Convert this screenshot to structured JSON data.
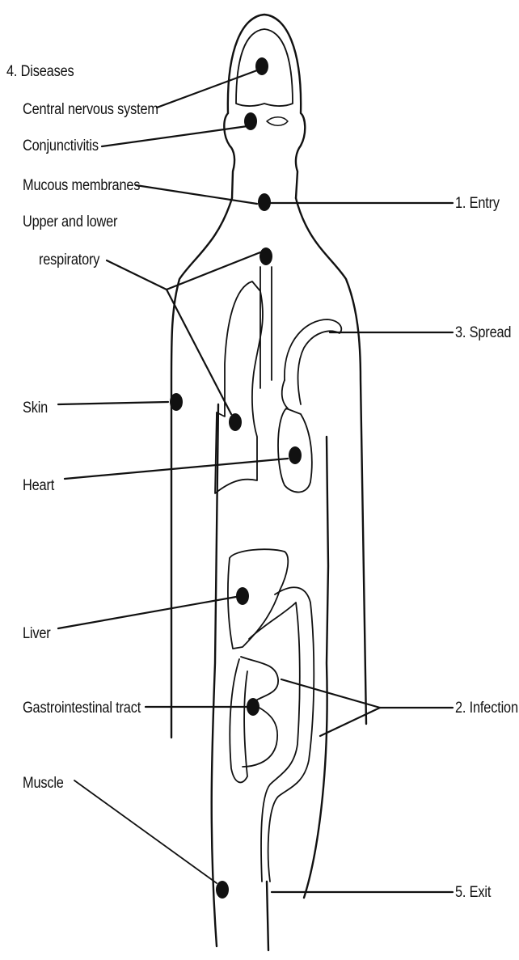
{
  "colors": {
    "ink": "#111111",
    "background": "#ffffff"
  },
  "labels": {
    "diseases_heading": "4. Diseases",
    "cns": "Central nervous system",
    "conjunctivitis": "Conjunctivitis",
    "mucous": "Mucous membranes",
    "resp_line1": "Upper and lower",
    "resp_line2": "respiratory",
    "skin": "Skin",
    "heart": "Heart",
    "liver": "Liver",
    "gi": "Gastrointestinal tract",
    "muscle": "Muscle",
    "entry": "1. Entry",
    "spread": "3. Spread",
    "infection": "2. Infection",
    "exit": "5. Exit"
  }
}
